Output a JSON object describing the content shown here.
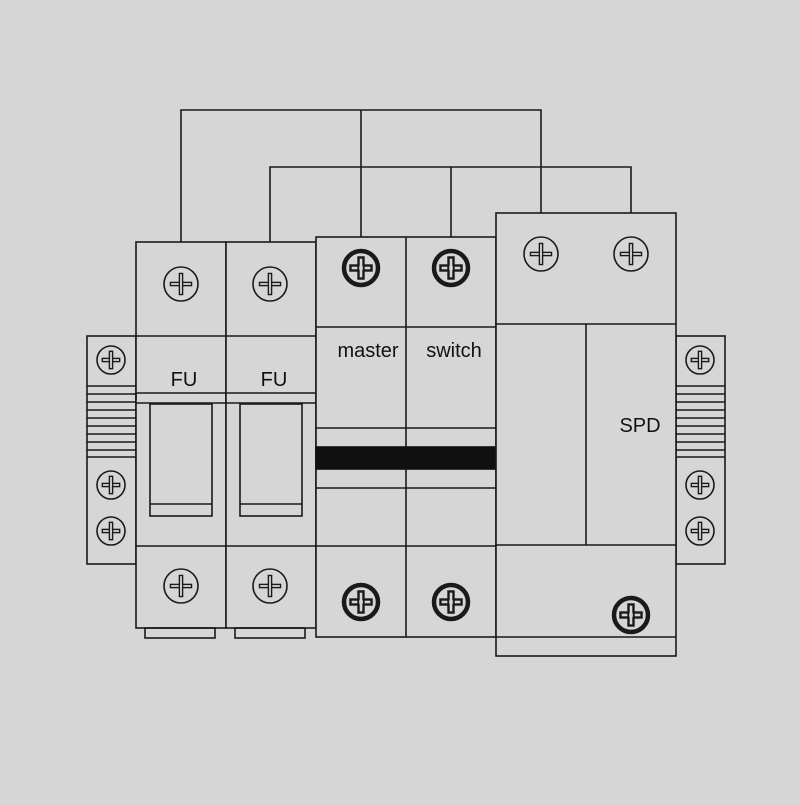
{
  "colors": {
    "background": "#d6d6d6",
    "line": "#1a1a1a",
    "fill": "#d6d6d6"
  },
  "labels": {
    "fuse_1": "FU",
    "fuse_2": "FU",
    "master": "master",
    "switch": "switch",
    "spd": "SPD"
  },
  "icons": {
    "terminal": "phillips-screw-icon",
    "clamp": "mounting-clamp-screw-icon"
  }
}
